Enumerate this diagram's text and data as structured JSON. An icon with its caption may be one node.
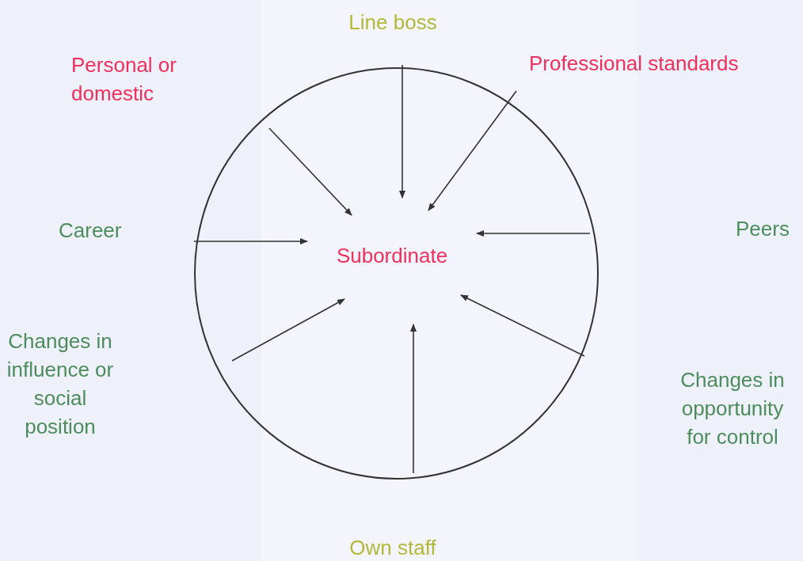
{
  "diagram": {
    "nodes": [
      {
        "text": [],
        "shape": "circle"
      },
      {
        "text": [
          "Subordinate"
        ],
        "in": 0
      }
    ],
    "edges": [
      {
        "from": null,
        "to": 1,
        "arrow": "to"
      },
      {
        "from": null,
        "to": 1,
        "arrow": "to"
      },
      {
        "from": null,
        "to": 1,
        "arrow": "to"
      },
      {
        "from": null,
        "to": 1,
        "arrow": "to"
      },
      {
        "from": null,
        "to": 1,
        "arrow": "to"
      },
      {
        "from": null,
        "to": 1,
        "arrow": "to"
      },
      {
        "from": null,
        "to": 1,
        "arrow": "to"
      },
      {
        "from": null,
        "to": 1,
        "arrow": "to"
      }
    ],
    "labels": [
      "Line boss",
      "Personal or domestic",
      "Professional standards",
      "Career",
      "Peers",
      "Changes in influence or social position",
      "Changes in opportunity for control",
      "Own staff"
    ]
  }
}
